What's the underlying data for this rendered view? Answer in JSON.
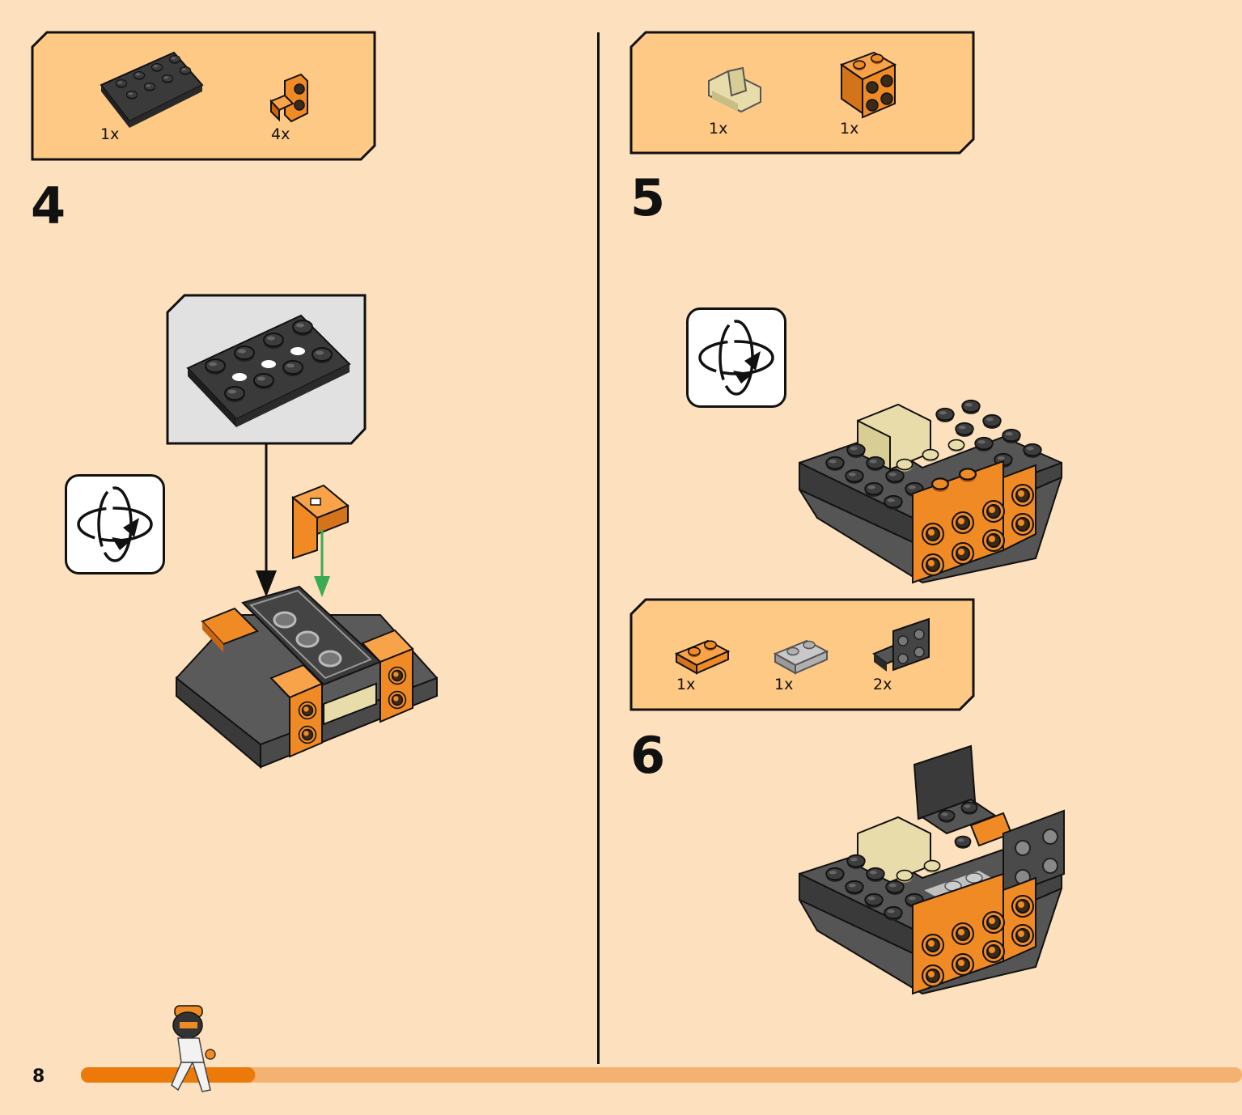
{
  "colors": {
    "background": "#fde0bd",
    "parts_box": "#fec985",
    "brick_orange": "#f08a24",
    "brick_dark": "#4a4a4a",
    "brick_tan": "#e8dcaa",
    "brick_light_gray": "#a8a8a8",
    "progress_done": "#ec7a08",
    "progress_rest": "#f4b272",
    "arrow_green": "#3aaa55"
  },
  "page": {
    "number": "8",
    "progress_fraction": 0.15
  },
  "steps": [
    {
      "number": "4",
      "parts": [
        {
          "icon": "dark-gray-technic-plate-2x4-icon",
          "qty": "1x"
        },
        {
          "icon": "orange-bracket-1x1-icon",
          "qty": "4x"
        }
      ],
      "rotate_icon": "rotate-model-icon"
    },
    {
      "number": "5",
      "parts": [
        {
          "icon": "tan-seat-icon",
          "qty": "1x"
        },
        {
          "icon": "orange-bracket-2x2-icon",
          "qty": "1x"
        }
      ],
      "rotate_icon": "rotate-model-icon"
    },
    {
      "number": "6",
      "parts": [
        {
          "icon": "orange-plate-1x2-icon",
          "qty": "1x"
        },
        {
          "icon": "light-gray-plate-1x2-icon",
          "qty": "1x"
        },
        {
          "icon": "dark-gray-bracket-2x2-icon",
          "qty": "2x"
        }
      ]
    }
  ]
}
